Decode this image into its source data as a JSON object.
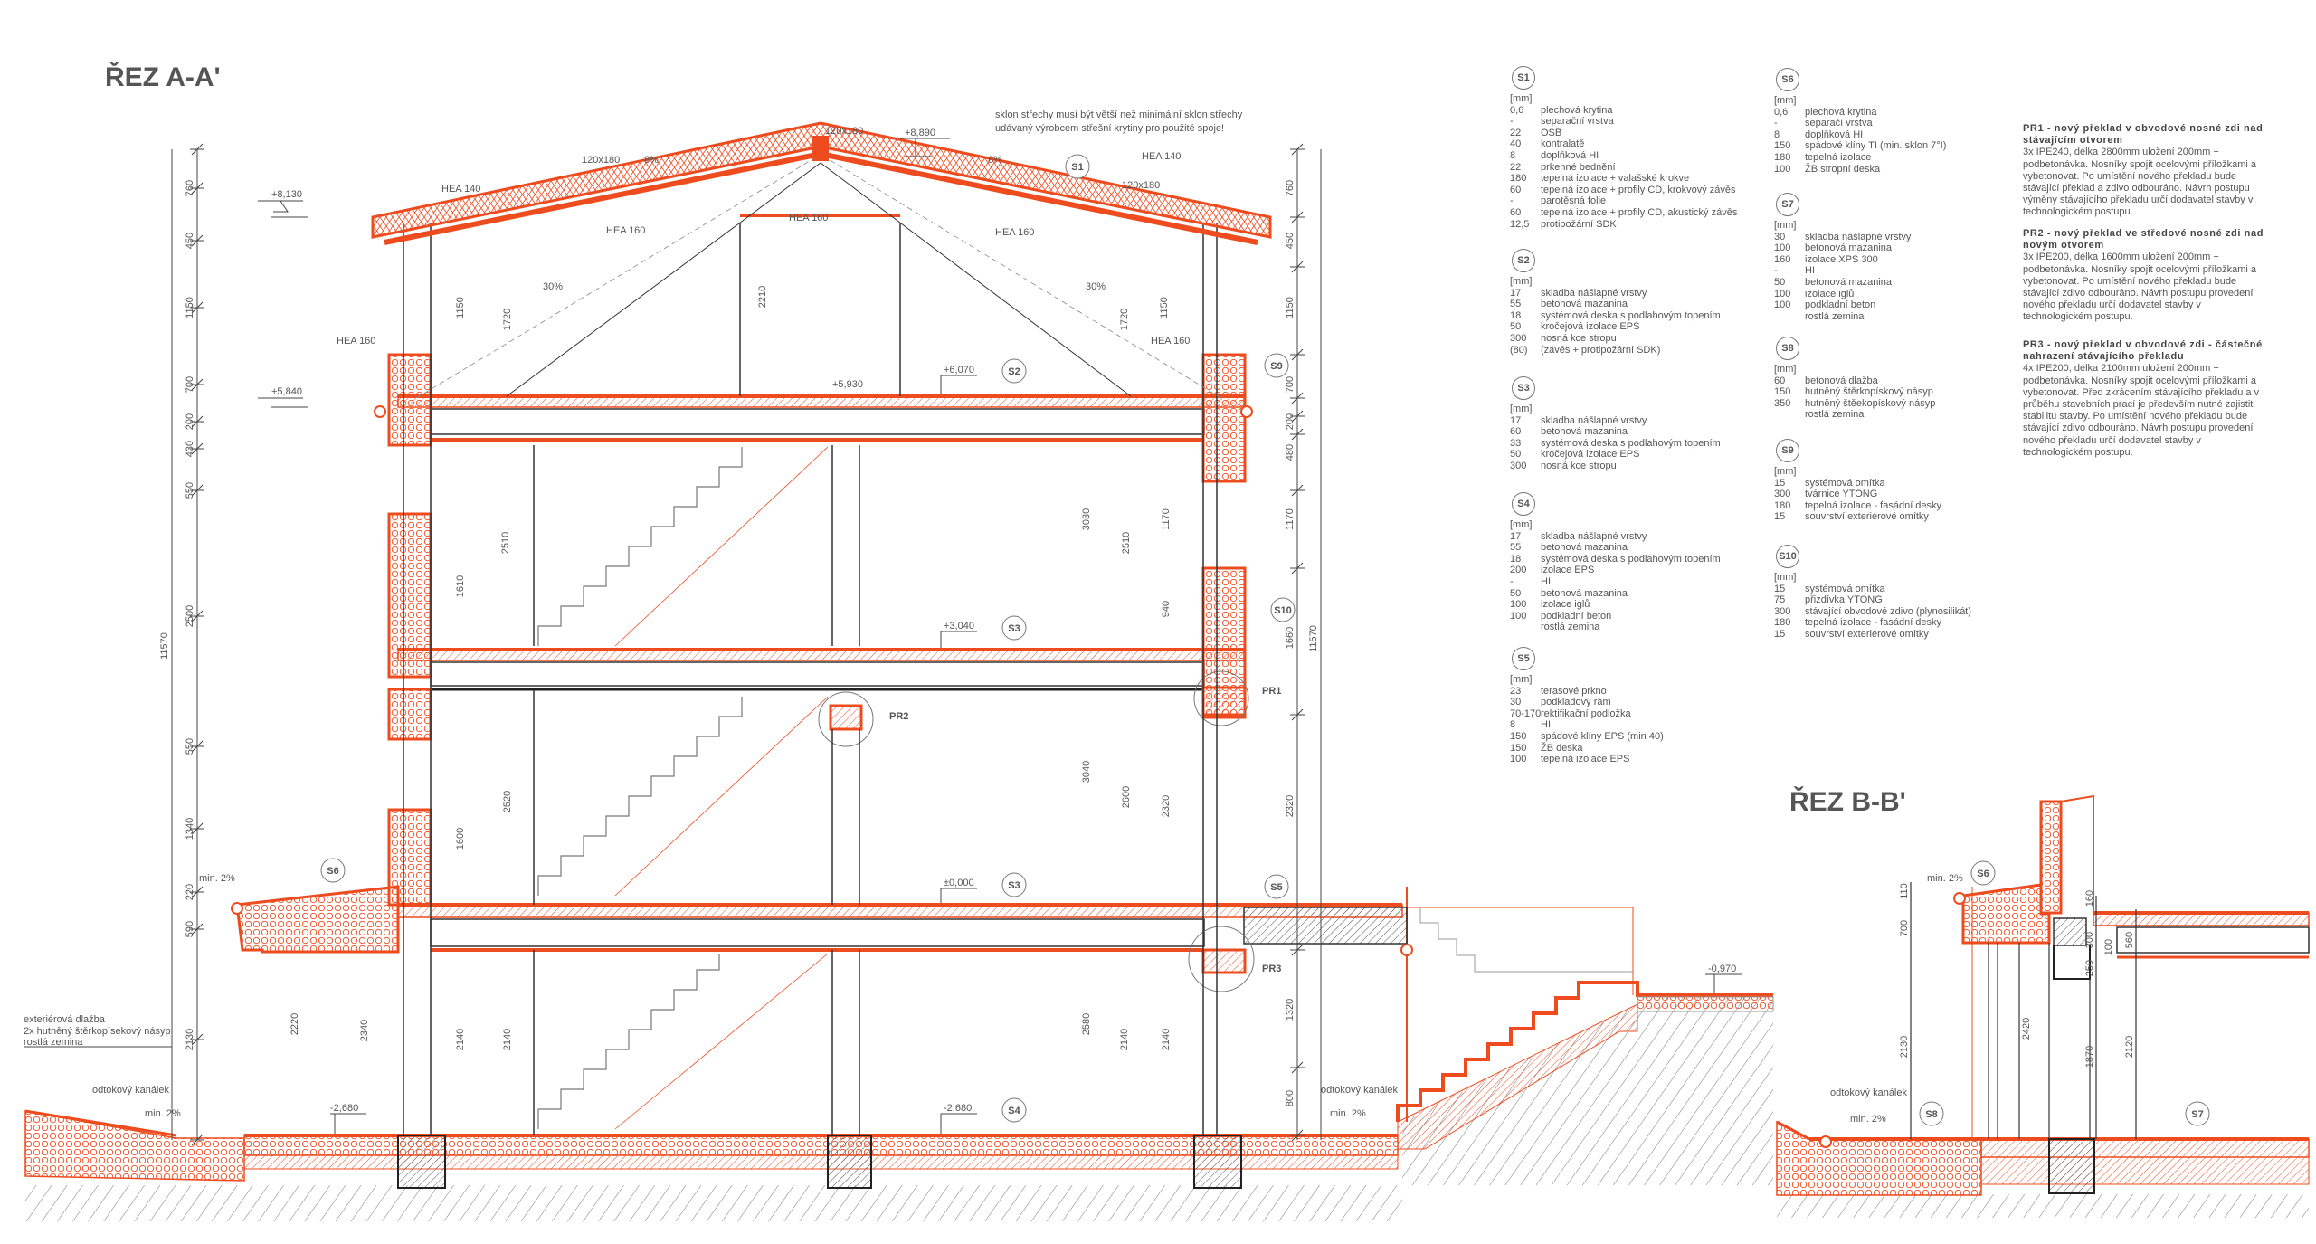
{
  "title_a": "ŘEZ A-A'",
  "title_b": "ŘEZ B-B'",
  "colors": {
    "accent": "#ee4b1f",
    "line": "#333333",
    "text": "#555555"
  },
  "legend": {
    "unit": "[mm]",
    "sections": [
      {
        "id": "S1",
        "layers": [
          [
            "0,6",
            "plechová krytina"
          ],
          [
            "-",
            "separační vrstva"
          ],
          [
            "22",
            "OSB"
          ],
          [
            "40",
            "kontralatě"
          ],
          [
            "8",
            "doplňková HI"
          ],
          [
            "22",
            "prkenné bednění"
          ],
          [
            "180",
            "tepelná izolace + valašské krokve"
          ],
          [
            "60",
            "tepelná izolace + profily CD, krokvový závěs"
          ],
          [
            "-",
            "parotěsná folie"
          ],
          [
            "60",
            "tepelná izolace + profily CD, akustický závěs"
          ],
          [
            "12,5",
            "protipožární SDK"
          ]
        ]
      },
      {
        "id": "S2",
        "layers": [
          [
            "17",
            "skladba nášlapné vrstvy"
          ],
          [
            "55",
            "betonová mazanina"
          ],
          [
            "18",
            "systémová deska s podlahovým topením"
          ],
          [
            "50",
            "kročejová izolace EPS"
          ],
          [
            "300",
            "nosná kce stropu"
          ],
          [
            "(80)",
            "(závěs + protipožární SDK)"
          ]
        ]
      },
      {
        "id": "S3",
        "layers": [
          [
            "17",
            "skladba nášlapné vrstvy"
          ],
          [
            "60",
            "betonová mazanina"
          ],
          [
            "33",
            "systémová deska s podlahovým topením"
          ],
          [
            "50",
            "kročejová izolace EPS"
          ],
          [
            "300",
            "nosná kce stropu"
          ]
        ]
      },
      {
        "id": "S4",
        "layers": [
          [
            "17",
            "skladba nášlapné vrstvy"
          ],
          [
            "55",
            "betonová mazanina"
          ],
          [
            "18",
            "systémová deska s podlahovým topením"
          ],
          [
            "200",
            "izolace EPS"
          ],
          [
            "-",
            "HI"
          ],
          [
            "50",
            "betonová mazanina"
          ],
          [
            "100",
            "izolace iglů"
          ],
          [
            "100",
            "podkladní beton"
          ],
          [
            "",
            "rostlá zemina"
          ]
        ]
      },
      {
        "id": "S5",
        "layers": [
          [
            "23",
            "terasové prkno"
          ],
          [
            "30",
            "podkladový rám"
          ],
          [
            "70-170",
            "rektifikační podložka"
          ],
          [
            "8",
            "HI"
          ],
          [
            "150",
            "spádové klíny EPS (min 40)"
          ],
          [
            "150",
            "ŽB deska"
          ],
          [
            "100",
            "tepelná izolace EPS"
          ]
        ]
      },
      {
        "id": "S6",
        "layers": [
          [
            "0,6",
            "plechová krytina"
          ],
          [
            "-",
            "separačí vrstva"
          ],
          [
            "8",
            "doplňková HI"
          ],
          [
            "150",
            "spádové klíny TI (min. sklon 7°!)"
          ],
          [
            "180",
            "tepelná izolace"
          ],
          [
            "100",
            "ŽB stropní deska"
          ]
        ]
      },
      {
        "id": "S7",
        "layers": [
          [
            "30",
            "skladba nášlapné vrstvy"
          ],
          [
            "100",
            "betonová mazanina"
          ],
          [
            "160",
            "izolace XPS 300"
          ],
          [
            "-",
            "HI"
          ],
          [
            "50",
            "betonová mazanina"
          ],
          [
            "100",
            "izolace iglů"
          ],
          [
            "100",
            "podkladní beton"
          ],
          [
            "",
            "rostlá zemina"
          ]
        ]
      },
      {
        "id": "S8",
        "layers": [
          [
            "60",
            "betonová dlažba"
          ],
          [
            "150",
            "hutněný štěrkopískový násyp"
          ],
          [
            "350",
            "hutněný štěekopískový násyp"
          ],
          [
            "",
            "rostlá zemina"
          ]
        ]
      },
      {
        "id": "S9",
        "layers": [
          [
            "15",
            "systémová omítka"
          ],
          [
            "300",
            "tvárnice YTONG"
          ],
          [
            "180",
            "tepelná izolace - fasádní desky"
          ],
          [
            "15",
            "souvrství exteriérové omítky"
          ]
        ]
      },
      {
        "id": "S10",
        "layers": [
          [
            "15",
            "systémová omítka"
          ],
          [
            "75",
            "přizdívka YTONG"
          ],
          [
            "300",
            "stávající obvodové zdivo (plynosilikát)"
          ],
          [
            "180",
            "tepelná izolace - fasádní desky"
          ],
          [
            "15",
            "souvrství exteriérové omítky"
          ]
        ]
      }
    ]
  },
  "beams": [
    {
      "title": "PR1 - nový překlad v obvodové nosné zdi nad stávajícím otvorem",
      "text": "3x IPE240, délka 2800mm uložení 200mm + podbetonávka. Nosníky spojit ocelovými příložkami a vybetonovat. Po umístění nového překladu bude stávající překlad a zdivo odbouráno. Návrh postupu výměny stávajícího překladu určí dodavatel stavby v technologickém postupu."
    },
    {
      "title": "PR2 - nový překlad ve středové nosné zdi nad novým otvorem",
      "text": "3x IPE200, délka 1600mm uložení 200mm + podbetonávka. Nosníky spojit ocelovými příložkami a vybetonovat. Po umístění nového překladu bude stávající zdivo odbouráno. Návrh postupu provedení nového překladu určí dodavatel stavby v technologickém postupu."
    },
    {
      "title": "PR3 - nový překlad v obvodové zdi - částečné nahrazení stávajícího překladu",
      "text": "4x IPE200, délka 2100mm uložení 200mm + podbetonávka. Nosníky spojit ocelovými příložkami a vybetonovat. Před zkrácením stávajícího překladu a v průběhu stavebních prací je především nutné zajistit stabilitu stavby. Po umístění nového překladu bude stávající zdivo odbouráno. Návrh postupu provedení nového překladu určí dodavatel stavby v technologickém postupu."
    }
  ],
  "section_a": {
    "roof_note": [
      "sklon střechy musí být větší než minimální sklon střechy",
      "udávaný výrobcem střešní krytiny pro použité spoje!"
    ],
    "elevations": [
      "+8,130",
      "+5,840",
      "+8,890",
      "+6,070",
      "+5,930",
      "+3,040",
      "±0,000",
      "-2,680",
      "-2,680",
      "-0,970"
    ],
    "profiles": [
      "120x180",
      "120x180",
      "120x180",
      "HEA 140",
      "HEA 140",
      "HEA 160",
      "HEA 160",
      "HEA 160",
      "HEA 160",
      "HEA 160"
    ],
    "slopes": [
      "8%",
      "8%",
      "30%",
      "30%",
      "min. 2%",
      "min. 2%",
      "min. 2%"
    ],
    "callouts": [
      "S1",
      "S2",
      "S9",
      "S10",
      "S3",
      "PR1",
      "PR2",
      "S6",
      "S5",
      "S3",
      "PR3",
      "S4"
    ],
    "dims_left": [
      "760",
      "450",
      "1150",
      "700",
      "200",
      "430",
      "550",
      "2500",
      "550",
      "1340",
      "220",
      "590",
      "2130",
      "11570"
    ],
    "dims_right": [
      "760",
      "450",
      "1150",
      "700",
      "200",
      "480",
      "1170",
      "1660",
      "2320",
      "1320",
      "800",
      "11570"
    ],
    "dims_inner": [
      "2210",
      "1720",
      "1720",
      "1150",
      "1150",
      "3030",
      "2510",
      "2510",
      "1610",
      "1170",
      "940",
      "3040",
      "2520",
      "2600",
      "2320",
      "1600",
      "2580",
      "2140",
      "2140",
      "2140",
      "2140",
      "2220",
      "2340"
    ],
    "ground_note": [
      "exteriérová dlažba",
      "2x hutněný štěrkopísekový násyp",
      "rostlá zemina"
    ],
    "drain": [
      "odtokový kanálek",
      "odtokový kanálek"
    ]
  },
  "section_b": {
    "callouts": [
      "S6",
      "S8",
      "S7"
    ],
    "dims": [
      "110",
      "700",
      "2130",
      "2420",
      "1870",
      "2120",
      "160",
      "300",
      "100",
      "560",
      "250"
    ],
    "slopes": [
      "min. 2%",
      "min. 2%"
    ],
    "drain": "odtokový kanálek"
  }
}
